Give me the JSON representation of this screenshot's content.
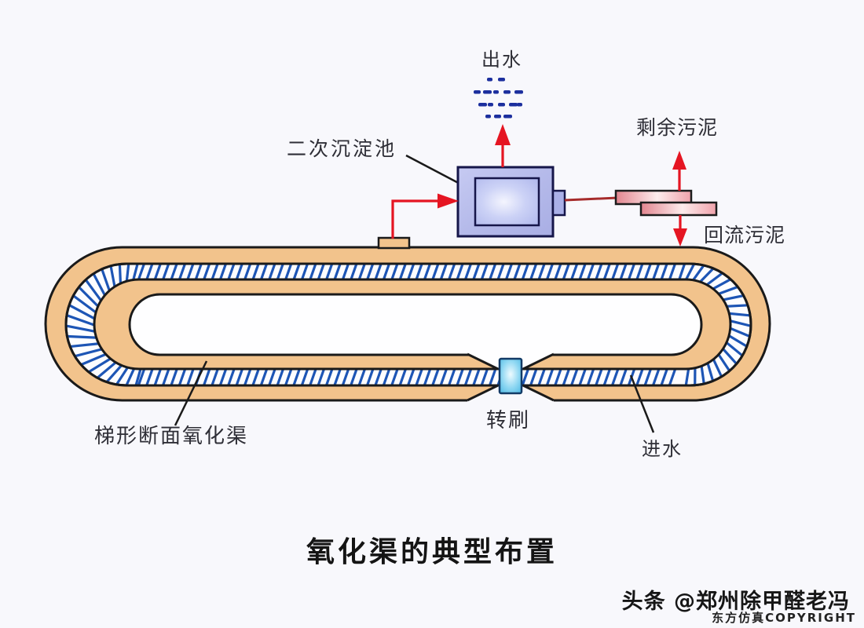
{
  "diagram": {
    "title": "氧化渠的典型布置",
    "labels": {
      "effluent": "出水",
      "secondary_clarifier": "二次沉淀池",
      "excess_sludge": "剩余污泥",
      "return_sludge": "回流污泥",
      "rotating_brush": "转刷",
      "trapezoidal_ditch": "梯形断面氧化渠",
      "influent": "进水"
    },
    "watermark": {
      "line1": "头条 @郑州除甲醛老冯",
      "line2": "东方仿真COPYRIGHT"
    },
    "colors": {
      "background": "#f8f8fc",
      "ditch_fill": "#f2c38c",
      "outline": "#1a1a1a",
      "hatch_blue": "#1d55b5",
      "arrow_red": "#e51522",
      "connector_dark_red": "#a62b2b",
      "tank_fill": "#b9bdec",
      "tank_border": "#16164a",
      "brush_cyan": "#5ec7ea",
      "sludge_pink": "#efa3ac",
      "spray_blue": "#1c2f9e",
      "label_color": "#2e2e36"
    }
  }
}
